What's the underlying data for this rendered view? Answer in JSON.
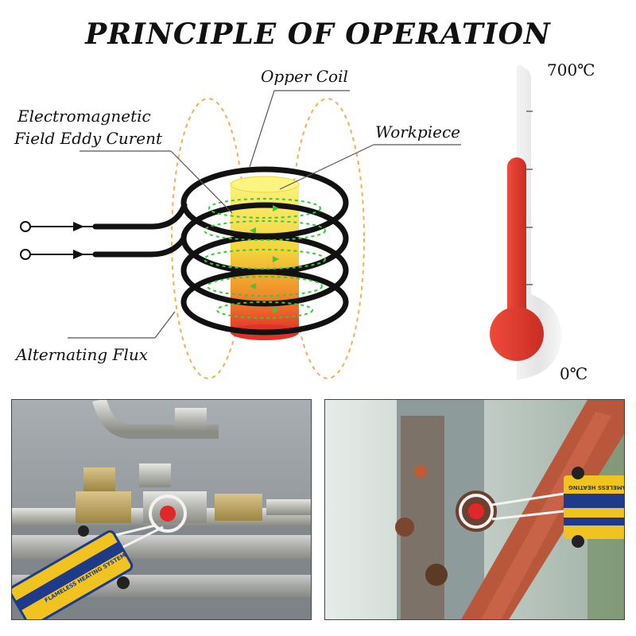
{
  "title": "PRINCIPLE OF OPERATION",
  "labels": {
    "copper_coil": "Opper Coil",
    "eddy_line1": "Electromagnetic",
    "eddy_line2": "Field Eddy Curent",
    "workpiece": "Workpiece",
    "alternating_flux": "Alternating Flux"
  },
  "thermometer": {
    "max_label": "700℃",
    "min_label": "0℃",
    "fill_color": "#e23a2c"
  },
  "photos": {
    "left_device_text": "FLAMELESS HEATING SYSTEM",
    "right_device_text": "FLAMELESS HEATING"
  },
  "colors": {
    "coil": "#111111",
    "flux": "#f0b05a",
    "eddy": "#36c63a",
    "workpiece_top": "#f7e948",
    "workpiece_bottom": "#e4322a"
  }
}
